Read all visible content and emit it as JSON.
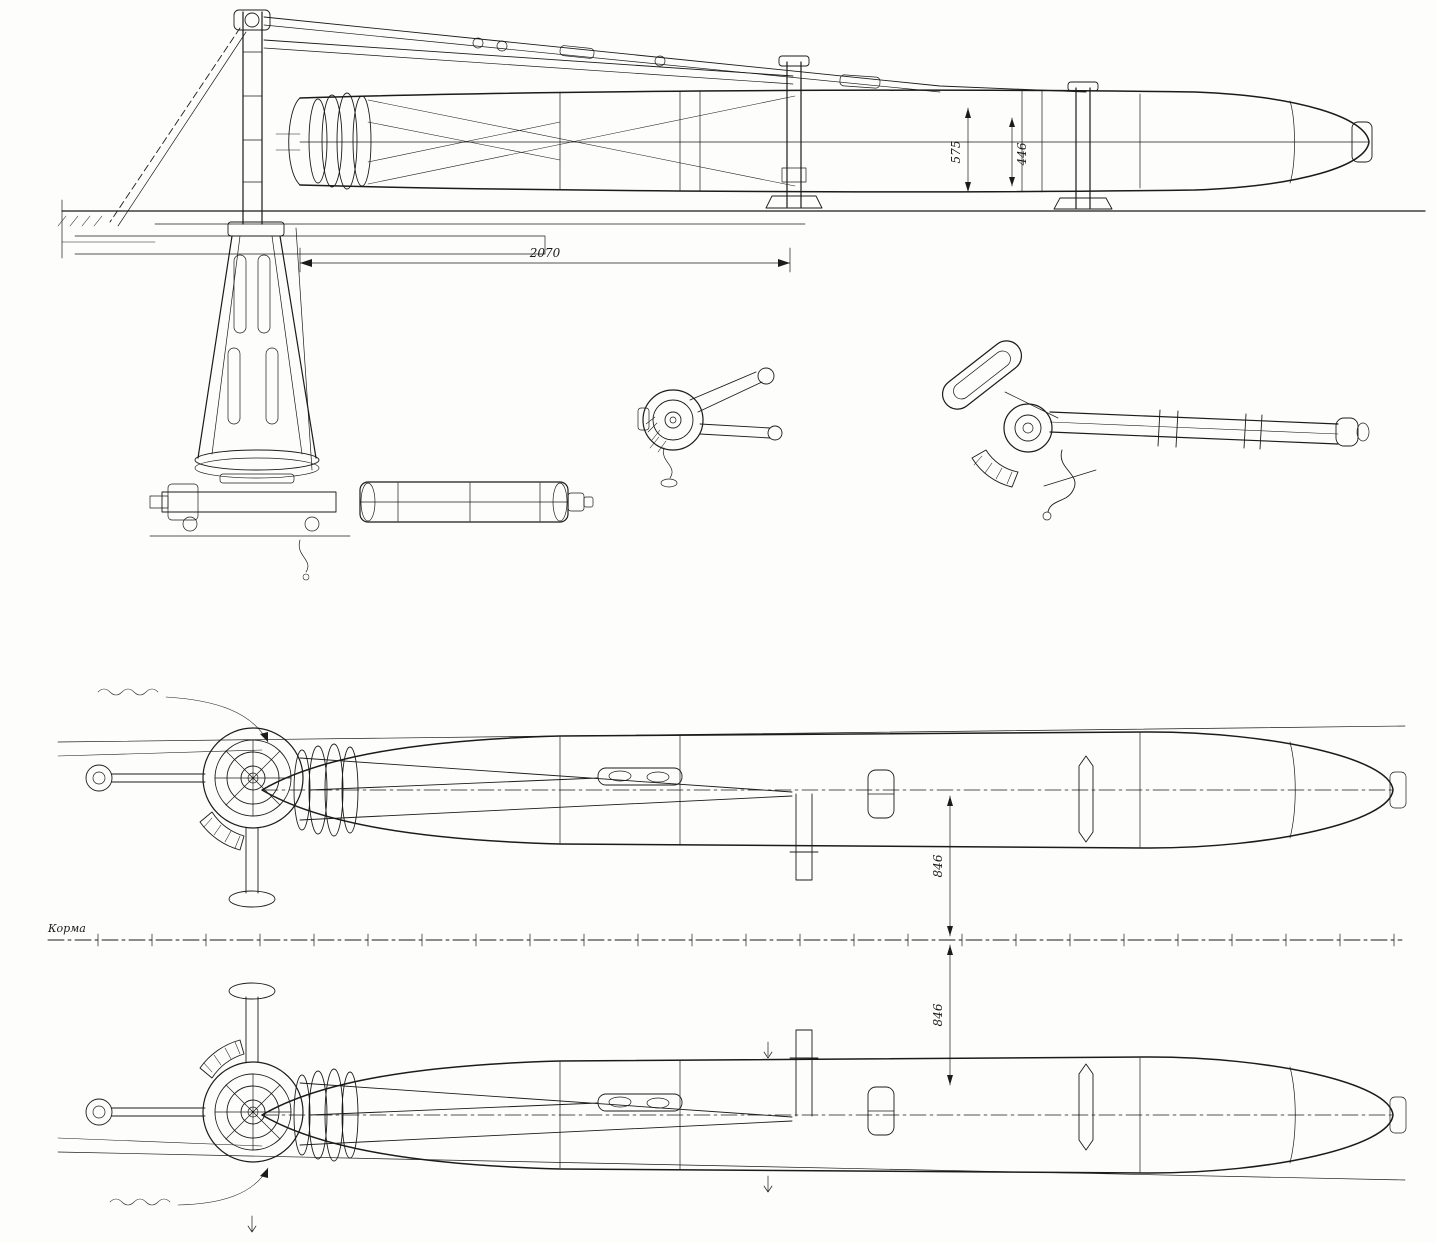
{
  "colors": {
    "paper": "#fdfdfb",
    "ink": "#1b1b1b"
  },
  "dimensions": {
    "overall_length": "2070",
    "side_dim_a": "575",
    "side_dim_b": "446",
    "plan_dim_upper": "846",
    "plan_dim_lower": "846"
  },
  "labels": {
    "stern": "Корма"
  }
}
